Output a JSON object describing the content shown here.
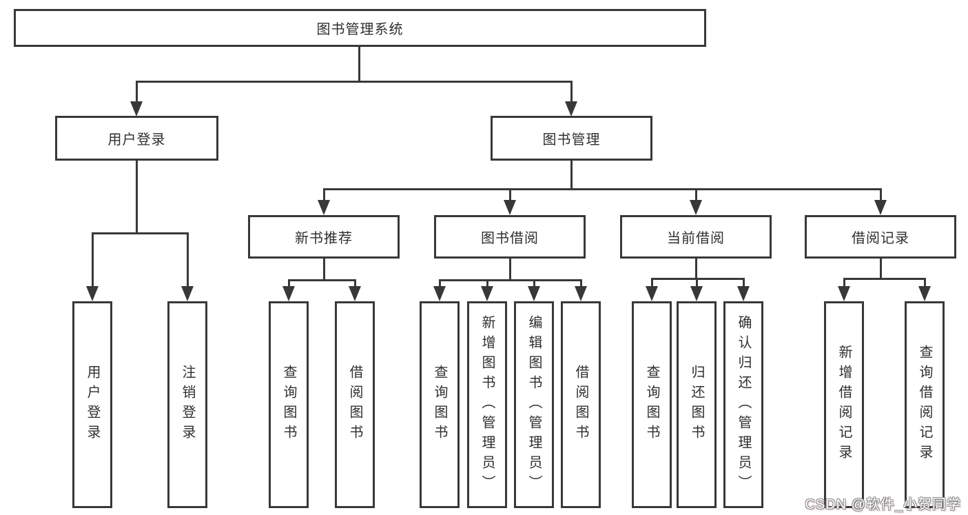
{
  "diagram": {
    "root": {
      "label": "图书管理系统"
    },
    "level2": [
      {
        "label": "用户登录"
      },
      {
        "label": "图书管理"
      }
    ],
    "level3": [
      {
        "label": "新书推荐"
      },
      {
        "label": "图书借阅"
      },
      {
        "label": "当前借阅"
      },
      {
        "label": "借阅记录"
      }
    ],
    "leaves": {
      "user_login": [
        "用户登录",
        "注销登录"
      ],
      "new_books": [
        "查询图书",
        "借阅图书"
      ],
      "book_borrow": [
        "查询图书",
        "新增图书（管理员）",
        "编辑图书（管理员）",
        "借阅图书"
      ],
      "current_borrow": [
        "查询图书",
        "归还图书",
        "确认归还（管理员）"
      ],
      "borrow_records": [
        "新增借阅记录",
        "查询借阅记录"
      ]
    }
  },
  "watermark": {
    "text": "CSDN @软件_小贺同学"
  },
  "colors": {
    "line": "#383838",
    "text": "#2f2f2f",
    "watermark_fill": "#ffffff",
    "watermark_outline": "#8c8c8c"
  }
}
